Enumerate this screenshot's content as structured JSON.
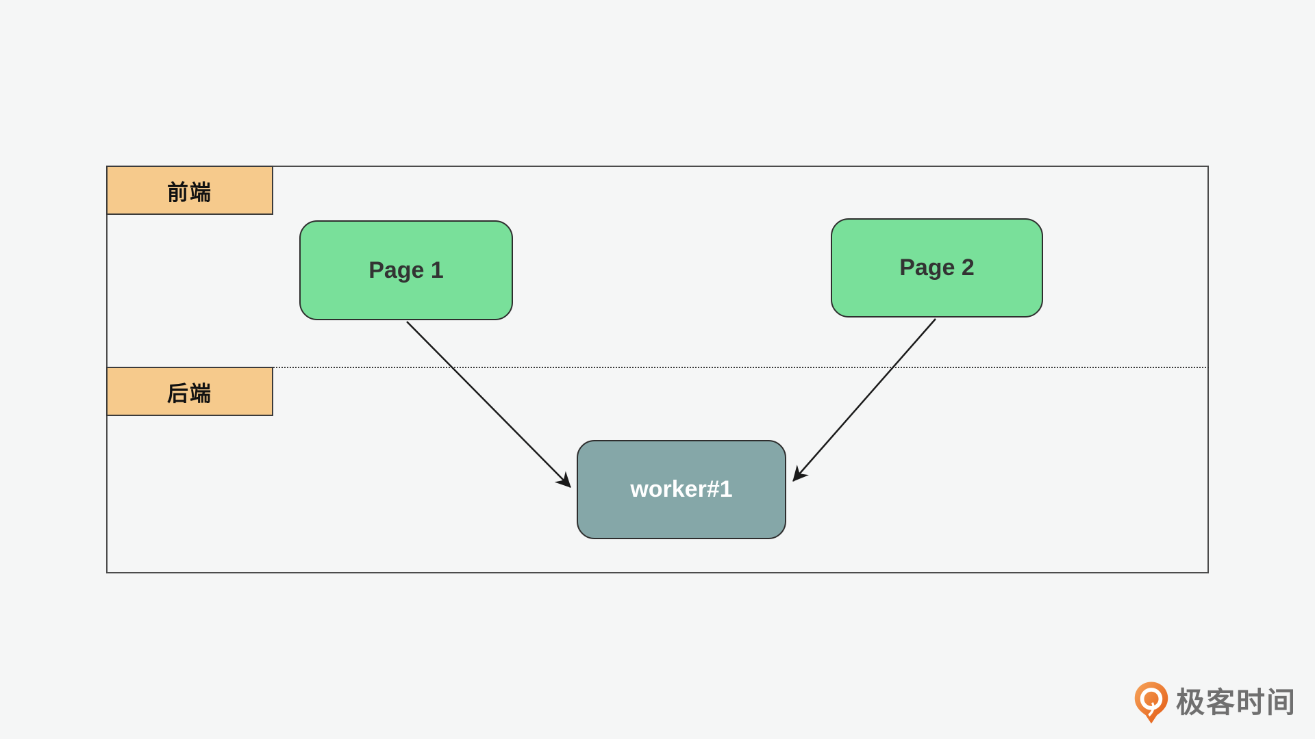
{
  "page": {
    "background_color": "#f5f6f6"
  },
  "diagram": {
    "container": {
      "border_color": "#4c4c4c"
    },
    "sections": [
      {
        "id": "frontend",
        "label": "前端",
        "band_color": "#f6ca8c"
      },
      {
        "id": "backend",
        "label": "后端",
        "band_color": "#f6ca8c"
      }
    ],
    "nodes": [
      {
        "id": "page1",
        "label": "Page 1",
        "fill": "#79e09a",
        "text_color": "#333333",
        "section": "frontend"
      },
      {
        "id": "page2",
        "label": "Page 2",
        "fill": "#79e09a",
        "text_color": "#333333",
        "section": "frontend"
      },
      {
        "id": "worker1",
        "label": "worker#1",
        "fill": "#85a7a8",
        "text_color": "#ffffff",
        "section": "backend"
      }
    ],
    "edges": [
      {
        "from": "page1",
        "to": "worker1",
        "style": "arrow"
      },
      {
        "from": "page2",
        "to": "worker1",
        "style": "arrow"
      }
    ]
  },
  "branding": {
    "logo_text": "极客时间",
    "logo_text_color": "#6f6f6f",
    "logo_icon": "geektime-pin-icon",
    "logo_icon_color": "#ed6c1e"
  }
}
